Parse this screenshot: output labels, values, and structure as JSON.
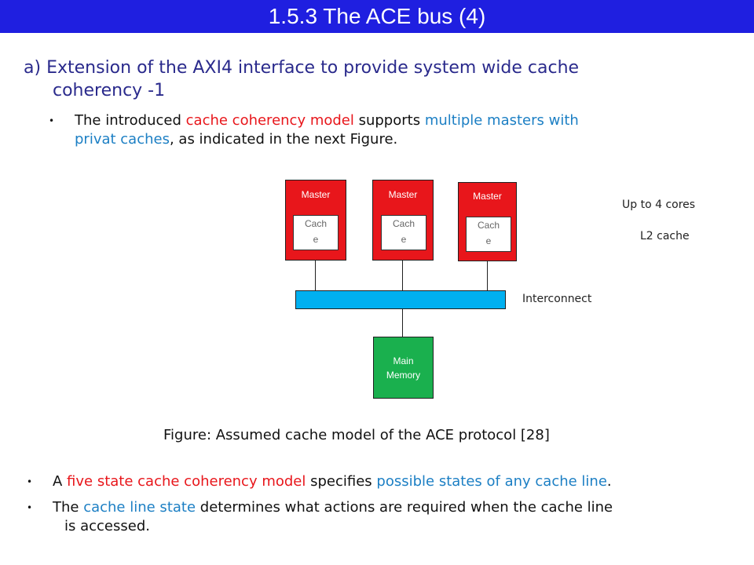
{
  "slide": {
    "title": "1.5.3 The ACE bus (4)",
    "heading": {
      "marker": "a)",
      "line1": "Extension of the AXI4 interface to provide system wide cache",
      "line2": "coherency -1"
    },
    "bullet1": {
      "part1": "The introduced ",
      "part2": "cache coherency model",
      "part3": " supports ",
      "part4": "multiple masters with",
      "part5": "privat  caches",
      "part6": ", as indicated in the next Figure."
    },
    "figure": {
      "masters": [
        {
          "label": "Master",
          "cache_line1": "Cach",
          "cache_line2": "e"
        },
        {
          "label": "Master",
          "cache_line1": "Cach",
          "cache_line2": "e"
        },
        {
          "label": "Master",
          "cache_line1": "Cach",
          "cache_line2": "e"
        }
      ],
      "interconnect_label": "Interconnect",
      "memory_line1": "Main",
      "memory_line2": "Memory",
      "note1": "Up to 4 cores",
      "note2": "L2 cache",
      "caption": "Figure: Assumed cache model of the ACE protocol [28]"
    },
    "bullet2": {
      "part1": "A ",
      "part2": "five state cache coherency model",
      "part3": " specifies ",
      "part4": "possible states of any cache line",
      "part5": "."
    },
    "bullet3": {
      "part1": "The ",
      "part2": "cache line state",
      "part3": " determines what actions are required when the cache line",
      "part4": "is accessed."
    },
    "bullet_symbol": "•"
  },
  "colors": {
    "title_bar": "#1f1fe0",
    "heading": "#2a2a8c",
    "red": "#e8161b",
    "blue": "#1c7fc4",
    "master": "#e8161b",
    "interconnect": "#00b0f0",
    "memory": "#1ab04e"
  }
}
